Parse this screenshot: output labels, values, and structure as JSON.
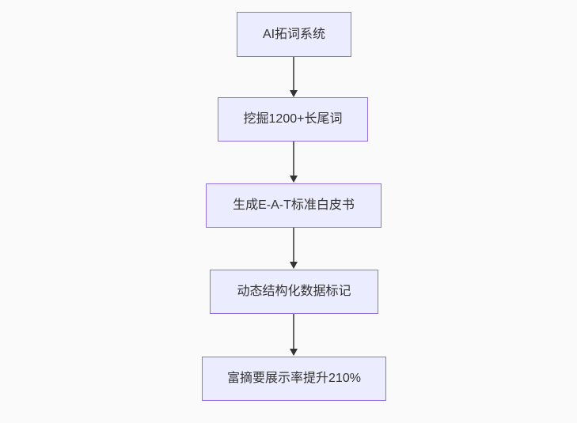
{
  "diagram": {
    "type": "flowchart",
    "direction": "top-down",
    "colors": {
      "canvas_background": "#fafafa",
      "node_fill": "#ECECFF",
      "node_border": "#9370DB",
      "edge_color": "#333333",
      "text_color": "#333333"
    },
    "nodes": [
      {
        "label": "AI拓词系统"
      },
      {
        "label": "挖掘1200+长尾词"
      },
      {
        "label": "生成E-A-T标准白皮书"
      },
      {
        "label": "动态结构化数据标记"
      },
      {
        "label": "富摘要展示率提升210%"
      }
    ],
    "edges": [
      {
        "from": 0,
        "to": 1
      },
      {
        "from": 1,
        "to": 2
      },
      {
        "from": 2,
        "to": 3
      },
      {
        "from": 3,
        "to": 4
      }
    ]
  }
}
